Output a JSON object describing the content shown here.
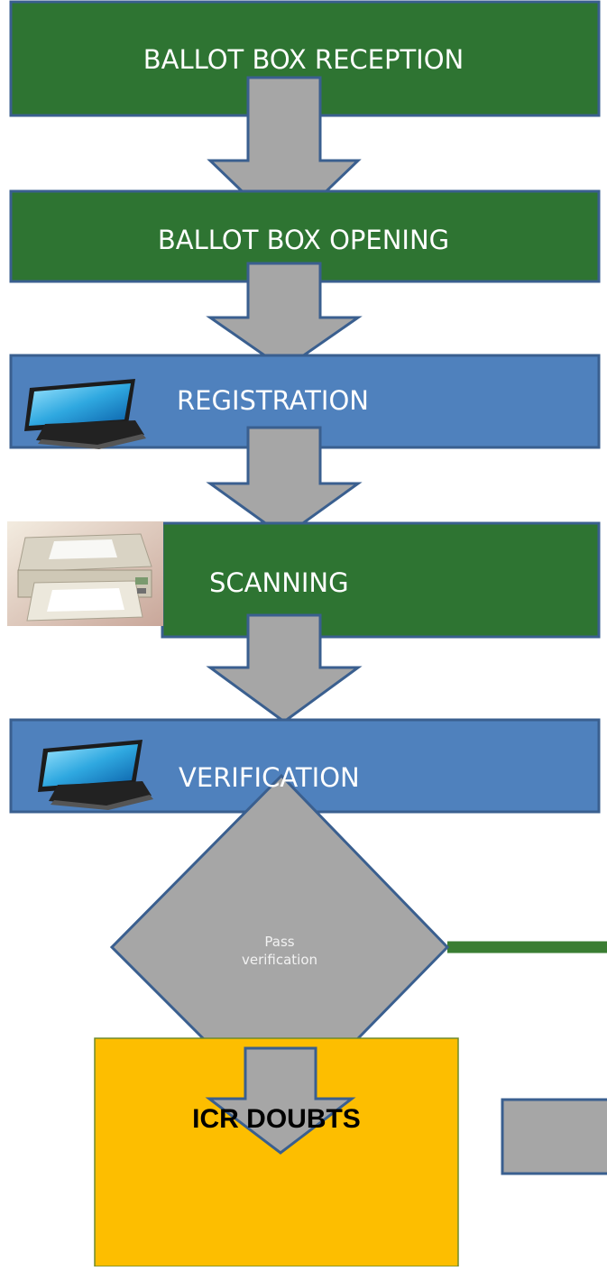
{
  "flowchart": {
    "steps": {
      "reception": "BALLOT BOX RECEPTION",
      "opening": "BALLOT BOX OPENING",
      "registration": "REGISTRATION",
      "scanning": "SCANNING",
      "verification": "VERIFICATION"
    },
    "decision": {
      "line1": "Pass",
      "line2": "verification"
    },
    "outcome": "ICR DOUBTS",
    "icons": {
      "registration": "computer-monitor-icon",
      "scanning": "document-scanner-image",
      "verification": "computer-monitor-icon"
    }
  },
  "colors": {
    "green_step": "#2e7432",
    "blue_step": "#4f81bd",
    "step_border": "#3a5f8f",
    "arrow_fill": "#a6a6a6",
    "arrow_border": "#3a5f8f",
    "outcome_fill": "#fdbe00",
    "connector_green": "#3a7d32"
  }
}
